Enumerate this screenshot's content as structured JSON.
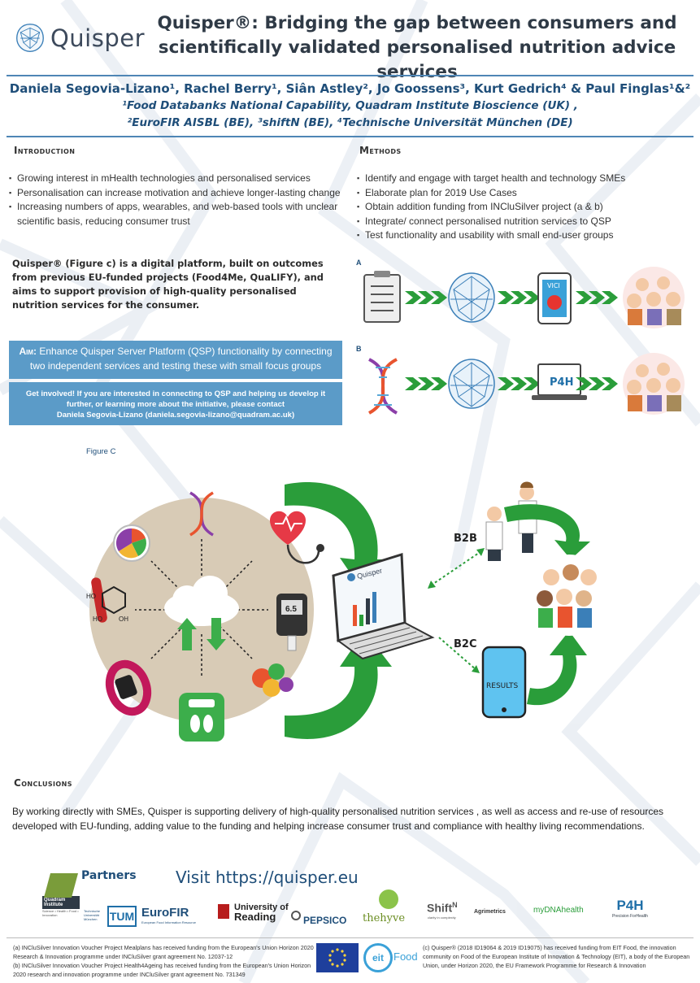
{
  "brand": {
    "name": "Quisper"
  },
  "title": {
    "line1": "Quisper®: Bridging the gap between consumers and",
    "line2": "scientifically validated personalised nutrition advice services"
  },
  "authors": {
    "names": "Daniela Segovia-Lizano¹, Rachel Berry¹, Siân Astley², Jo Goossens³, Kurt Gedrich⁴ & Paul Finglas¹&²",
    "aff1": "¹Food Databanks National Capability, Quadram Institute Bioscience (UK) ,",
    "aff2": "²EuroFIR AISBL (BE), ³shiftN (BE), ⁴Technische Universität München (DE)"
  },
  "introduction": {
    "heading": "Introduction",
    "bullets": [
      "Growing interest in mHealth technologies and personalised services",
      "Personalisation can increase motivation and achieve longer-lasting change",
      "Increasing numbers of apps, wearables, and web-based tools with unclear scientific basis, reducing consumer trust"
    ],
    "paragraph": "Quisper® (Figure c) is a digital platform, built on outcomes from previous EU-funded projects (Food4Me, QuaLIFY), and aims to support provision of high-quality personalised nutrition services for the consumer."
  },
  "aim": {
    "label": "Aim:",
    "text": " Enhance Quisper Server Platform (QSP) functionality by connecting two independent services and testing these with small focus groups"
  },
  "get_involved": {
    "label": "Get involved!",
    "text": " If you are interested in connecting to QSP and helping us develop it further, or learning more about the initiative, please contact",
    "contact": "Daniela Segovia-Lizano (daniela.segovia-lizano@quadram.ac.uk)"
  },
  "methods": {
    "heading": "Methods",
    "bullets": [
      "Identify and engage with target health and technology SMEs",
      "Elaborate plan for 2019 Use Cases",
      "Obtain addition funding from INCluSilver project (a & b)",
      "Integrate/ connect personalised nutrition services to QSP",
      "Test functionality and usability with small end-user groups"
    ],
    "label_a": "A",
    "label_b": "B",
    "phone_a_text": "VICI",
    "laptop_b_text": "P4H"
  },
  "figure_c": {
    "caption": "Figure C",
    "b2b": "B2B",
    "b2c": "B2C",
    "results": "RESULTS",
    "laptop_brand": "Quisper",
    "glucose_reading": "6.5",
    "ho_1": "HO",
    "ho_2": "HO",
    "oh": "OH"
  },
  "conclusions": {
    "heading": "Conclusions",
    "text": "By working directly with SMEs, Quisper is supporting delivery of high-quality personalised nutrition services , as well as access and re-use of resources developed with EU-funding, adding value to the funding and helping increase consumer trust and compliance with healthy living recommendations."
  },
  "partners": {
    "heading": "Partners",
    "visit": "Visit https://quisper.eu",
    "logos": {
      "quadram": "Quadram Institute",
      "quadram_tag": "Science • Health • Food • Innovation",
      "tum_text": "Technische Universität München",
      "tum": "TUM",
      "eurofir": "EuroFIR",
      "eurofir_tag": "European Food Information Resource",
      "reading_1": "University of",
      "reading_2": "Reading",
      "pepsico": "PEPSICO",
      "thehyve": "thehyve",
      "shiftn": "Shift",
      "shiftn_sup": "N",
      "shiftn_tag": "clarity in complexity",
      "agrimetrics": "Agrimetrics",
      "mydnahealth": "myDNAhealth",
      "p4h": "P4H",
      "p4h_tag": "Precision ForHealth"
    }
  },
  "footer": {
    "left_a": "(a) INCluSilver Innovation Voucher Project Mealplans has received funding from the European's Union Horizon 2020 Research & Innovation programme under INCluSilver grant agreement No. 12037-12",
    "left_b": "(b) INCluSilver Innovation Voucher Project Health4Ageing has received funding from the European's Union Horizon 2020 research and innovation programme under INCluSilver grant agreement No. 731349",
    "eit": "eit",
    "food": "Food",
    "right": "(c) Quisper® (2018 ID19064 & 2019 ID19075) has received funding from EIT Food, the innovation community on Food of the European Institute of Innovation & Technology (EIT), a body of the European Union, under Horizon 2020, the EU Framework Programme for Research & Innovation"
  },
  "colors": {
    "accent_blue": "#5b9bc8",
    "title_dark": "#2f3a46",
    "author_blue": "#1f4e79",
    "arrow_green": "#2a9d3a"
  }
}
